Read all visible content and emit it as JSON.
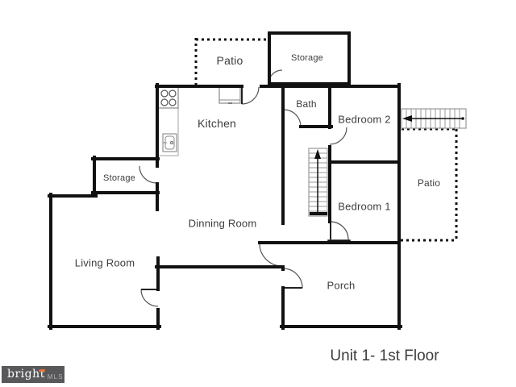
{
  "labels": {
    "patio_top": "Patio",
    "storage_top": "Storage",
    "kitchen": "Kitchen",
    "bath": "Bath",
    "bedroom_2": "Bedroom 2",
    "storage_left": "Storage",
    "dinning_room": "Dinning Room",
    "bedroom_1": "Bedroom 1",
    "living_room": "Living Room",
    "porch": "Porch",
    "patio_right": "Patio",
    "floor_title": "Unit 1- 1st Floor"
  },
  "logo": {
    "brand": "bright",
    "suffix": "MLS"
  },
  "icons": {
    "stove": "stove-4-burner-icon",
    "sink": "kitchen-sink-icon",
    "fridge": "fridge-icon",
    "stairs_up": "stairs-up-arrow-icon",
    "stairs_exterior": "stairs-left-arrow-icon",
    "doors": "door-swing-arc-icon"
  },
  "colors": {
    "background": "#ffffff",
    "wall": "#111111",
    "door_arc": "#555555",
    "stairs_gray": "#999999",
    "fixture_gray": "#888888",
    "label_text": "#3d3d3d",
    "logo_bg": "#58585a",
    "logo_brand": "#ffffff",
    "logo_suffix": "#b0b0b2",
    "logo_accent": "#e8703a"
  }
}
